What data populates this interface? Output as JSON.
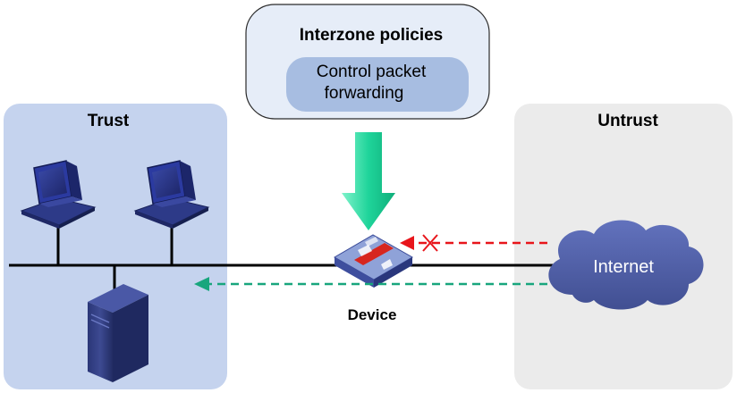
{
  "zones": {
    "trust": "Trust",
    "untrust": "Untrust"
  },
  "policy_box": {
    "title": "Interzone policies",
    "action_line1": "Control packet",
    "action_line2": "forwarding"
  },
  "device_label": "Device",
  "internet_label": "Internet",
  "colors": {
    "trust_zone": "#c5d3ee",
    "untrust_zone": "#ebebeb",
    "policy_box": "#e6edf8",
    "policy_pill": "#a7bde1",
    "policy_arrow": "#1fd49a",
    "blocked_flow": "#e8151b",
    "allowed_flow": "#18a67d",
    "cloud": "#4f5fa6"
  }
}
